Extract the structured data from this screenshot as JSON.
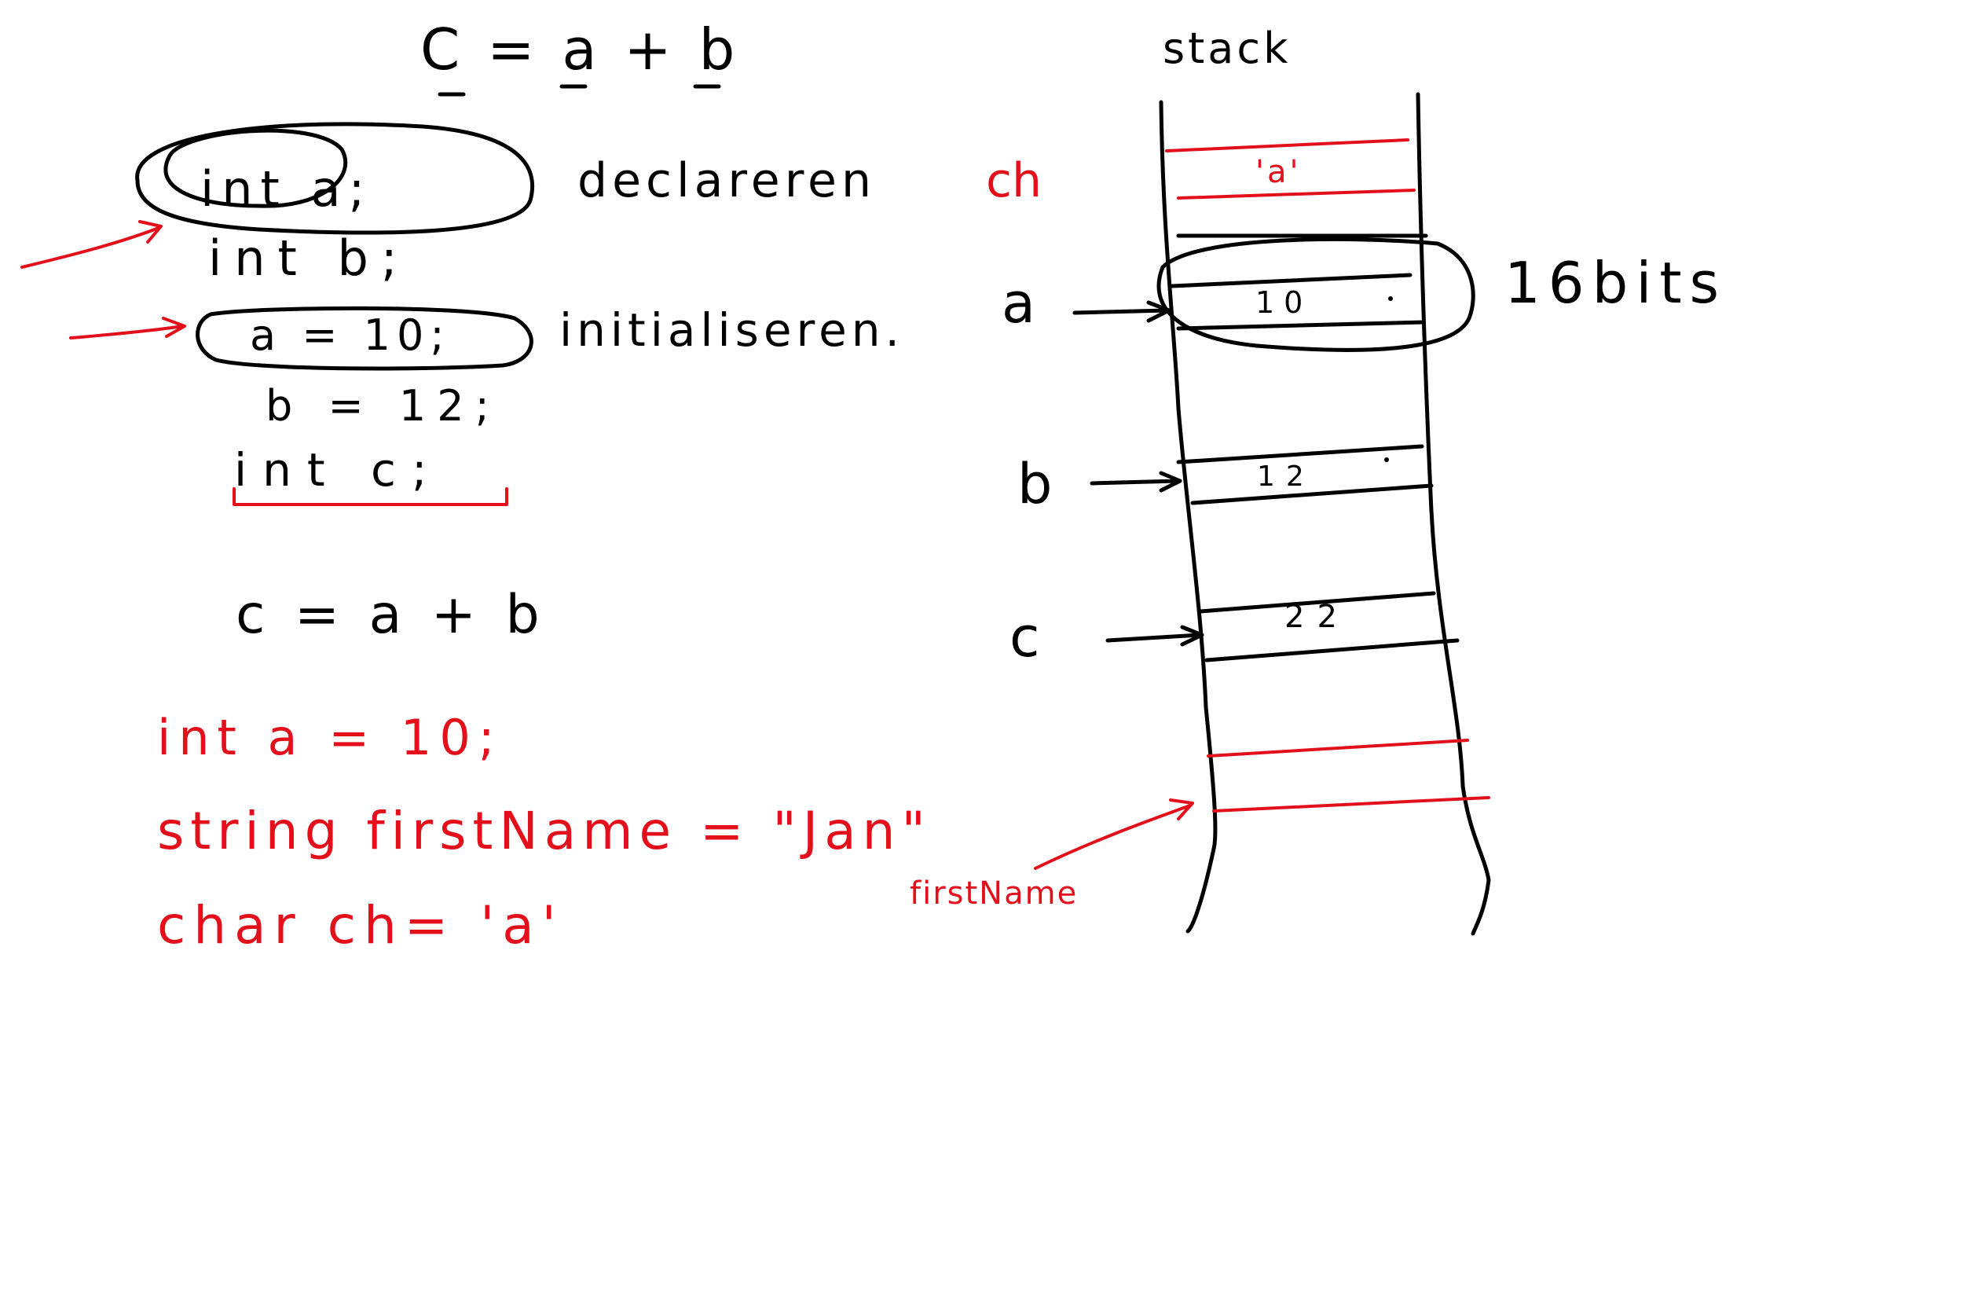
{
  "colors": {
    "ink": "#000000",
    "accent": "#e3101b",
    "background": "#ffffff"
  },
  "notes": {
    "equation_top": "C = a + b",
    "declare_line": "int a;",
    "declare_label": "declareren",
    "declare_red": "ch",
    "declare_line_b": "int b;",
    "init_line": "a = 10;",
    "init_label": "initialiseren.",
    "init_line_b": "b = 12;",
    "declare_c": "int c;",
    "equation_mid": "c = a + b",
    "red_code": [
      "int a = 10;",
      "string firstName = \"Jan\"",
      "char ch= 'a'"
    ]
  },
  "stack": {
    "title": "stack",
    "red_cell_value": "'a'",
    "cells": [
      {
        "label": "a",
        "value": "10"
      },
      {
        "label": "b",
        "value": "12"
      },
      {
        "label": "c",
        "value": "22"
      }
    ],
    "size_note": "16bits",
    "pointer_label": "firstName"
  }
}
